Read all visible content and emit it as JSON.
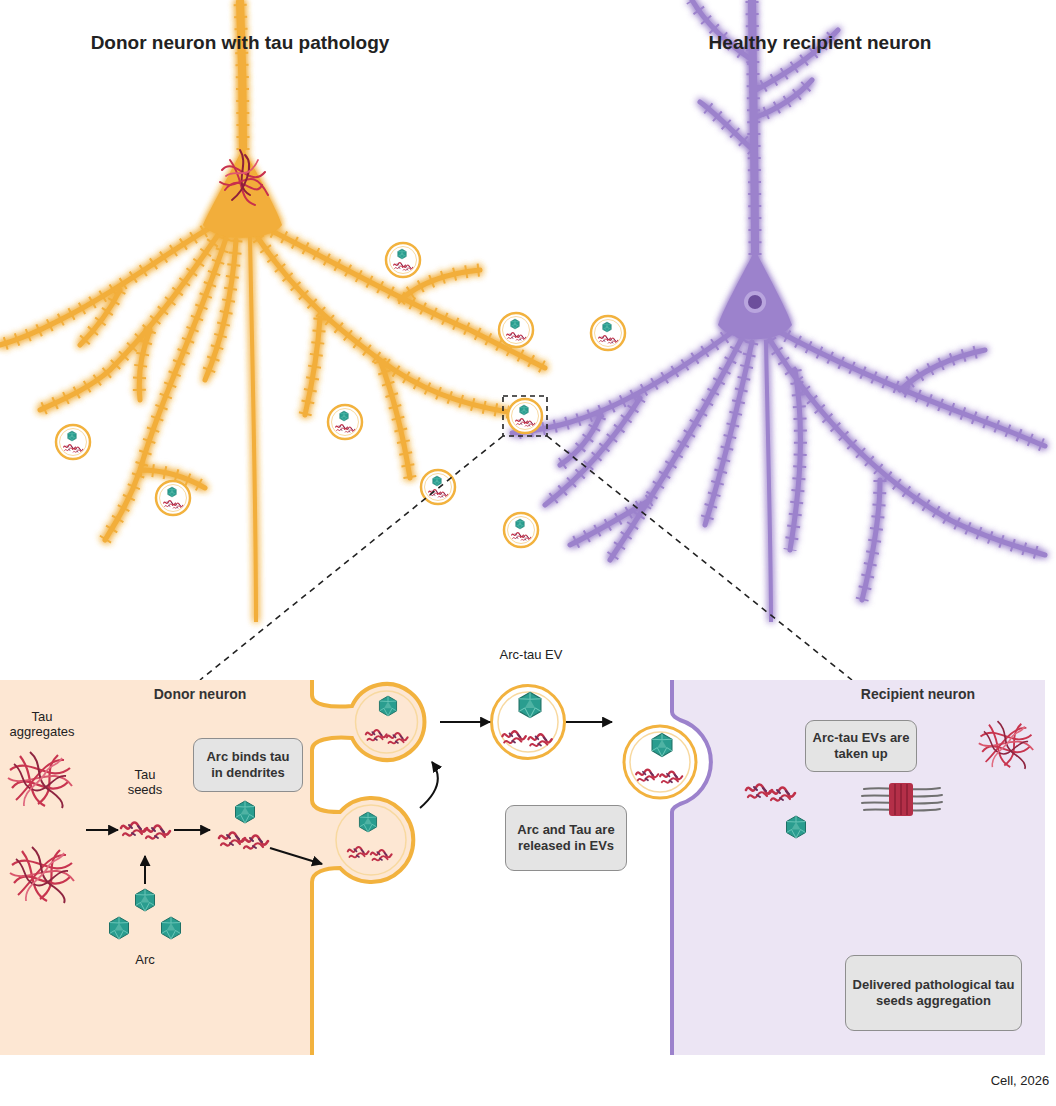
{
  "diagram": {
    "nodes": [
      {
        "text": [
          "Donor neuron"
        ]
      },
      {
        "text": [
          "Arc binds tau in dendrites"
        ],
        "in": 0
      },
      {
        "text": [
          "Arc-tau EV"
        ]
      },
      {
        "text": [
          "Arc and Tau are released in EVs"
        ]
      },
      {
        "text": [
          "Recipient neuron"
        ]
      },
      {
        "text": [
          "Arc-tau EVs are taken up"
        ],
        "in": 4
      },
      {
        "text": [
          "Delivered pathological tau seeds aggregation"
        ],
        "in": 4
      }
    ],
    "edges": [
      {
        "from": 0,
        "to": 2,
        "arrow": "to"
      },
      {
        "from": 2,
        "to": 4,
        "arrow": "to"
      }
    ],
    "labels": [
      "Donor neuron with tau pathology",
      "Healthy recipient neuron",
      "Tau aggregates",
      "Tau seeds",
      "Arc",
      "Cell, 2026"
    ]
  }
}
